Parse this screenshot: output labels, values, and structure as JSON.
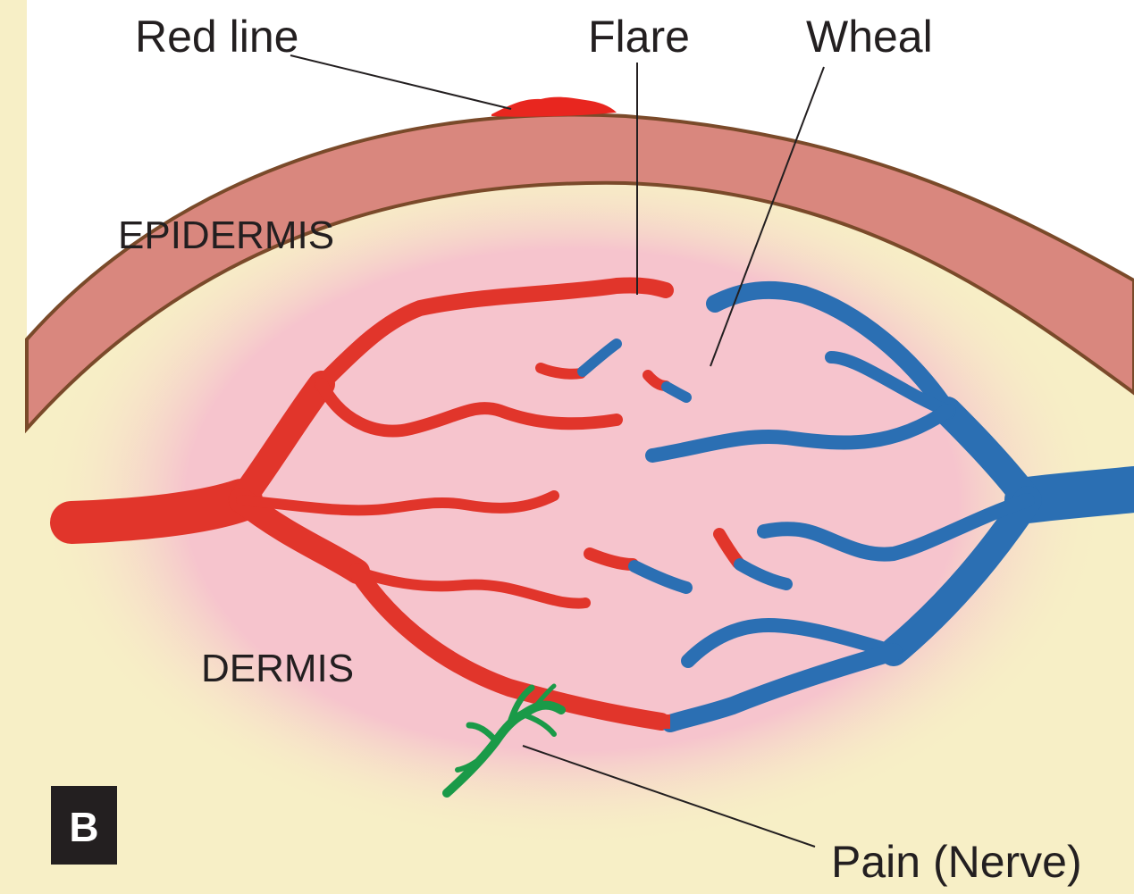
{
  "figure": {
    "panel_letter": "B",
    "layers": {
      "epidermis": "EPIDERMIS",
      "dermis": "DERMIS"
    },
    "callouts": {
      "red_line": "Red line",
      "flare": "Flare",
      "wheal": "Wheal",
      "pain": "Pain (Nerve)"
    },
    "colors": {
      "skin_surface": "#d9877e",
      "skin_border": "#7a4a2a",
      "dermis": "#f7efc6",
      "wheal_zone": "#f6c4cd",
      "artery": "#e1352b",
      "vein": "#2b6fb3",
      "nerve": "#1a9a48",
      "red_line": "#e8261f"
    }
  }
}
